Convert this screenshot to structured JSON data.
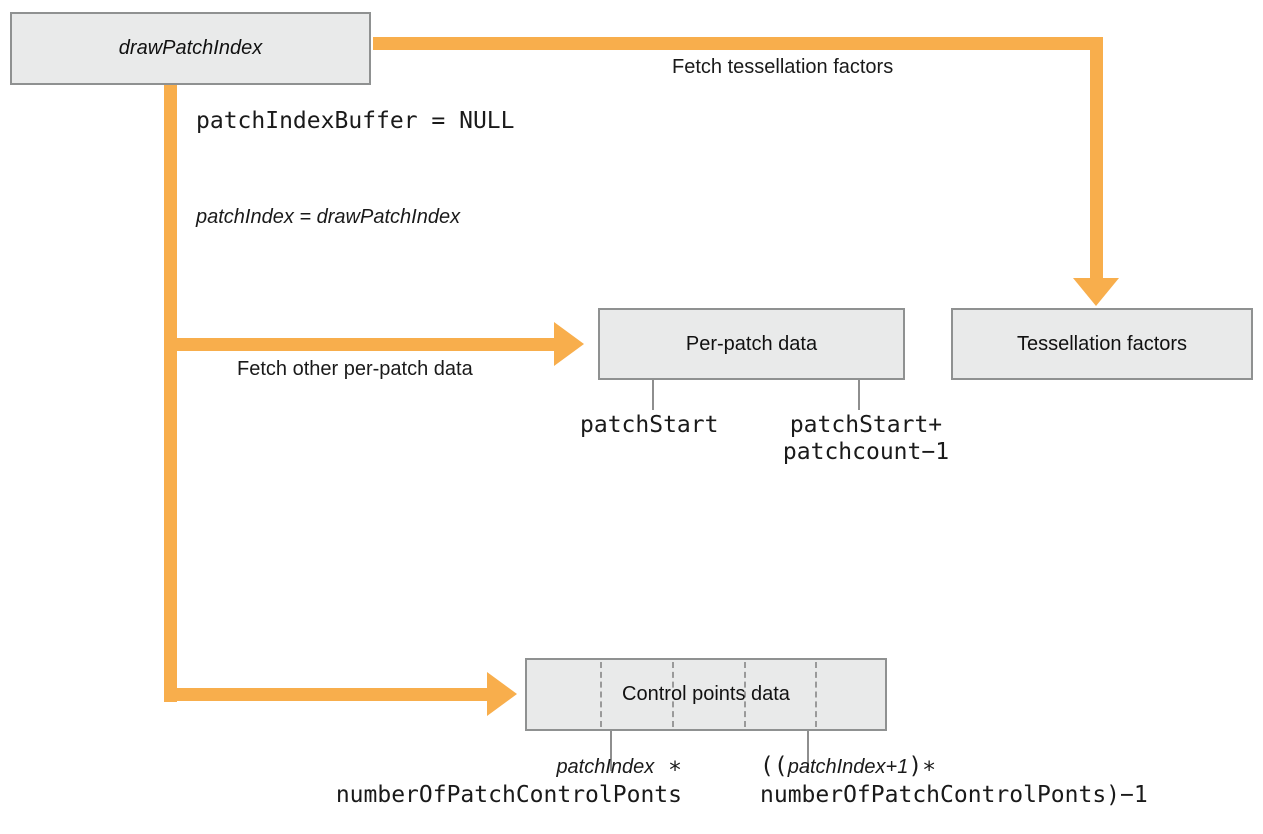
{
  "colors": {
    "arrow": "#F8AE4C",
    "box_fill": "#E9EAEA",
    "box_border": "#8F9191",
    "tick": "#8E8E8E",
    "divider_dash": "#9A9A9A",
    "text": "#1A1A1A"
  },
  "nodes": {
    "draw_patch_index": {
      "label": "drawPatchIndex"
    },
    "per_patch_data": {
      "label": "Per-patch data"
    },
    "tessellation_factors": {
      "label": "Tessellation factors"
    },
    "control_points_data": {
      "label": "Control points data"
    }
  },
  "edge_labels": {
    "fetch_tessellation_factors": "Fetch tessellation factors",
    "fetch_other_per_patch_data": "Fetch other per-patch data"
  },
  "annotations": {
    "patch_index_buffer": "patchIndexBuffer = NULL",
    "patch_index_equals": "patchIndex = drawPatchIndex",
    "per_patch_range": {
      "start": "patchStart",
      "end_line1": "patchStart+",
      "end_line2": "patchcount−1"
    },
    "control_points_range": {
      "start_italic": "patchIndex",
      "start_operator": " ∗",
      "start_line2": "numberOfPatchControlPonts",
      "end_prefix": "((",
      "end_italic": "patchIndex+1",
      "end_suffix": ")∗",
      "end_line2": "numberOfPatchControlPonts)−1"
    }
  }
}
